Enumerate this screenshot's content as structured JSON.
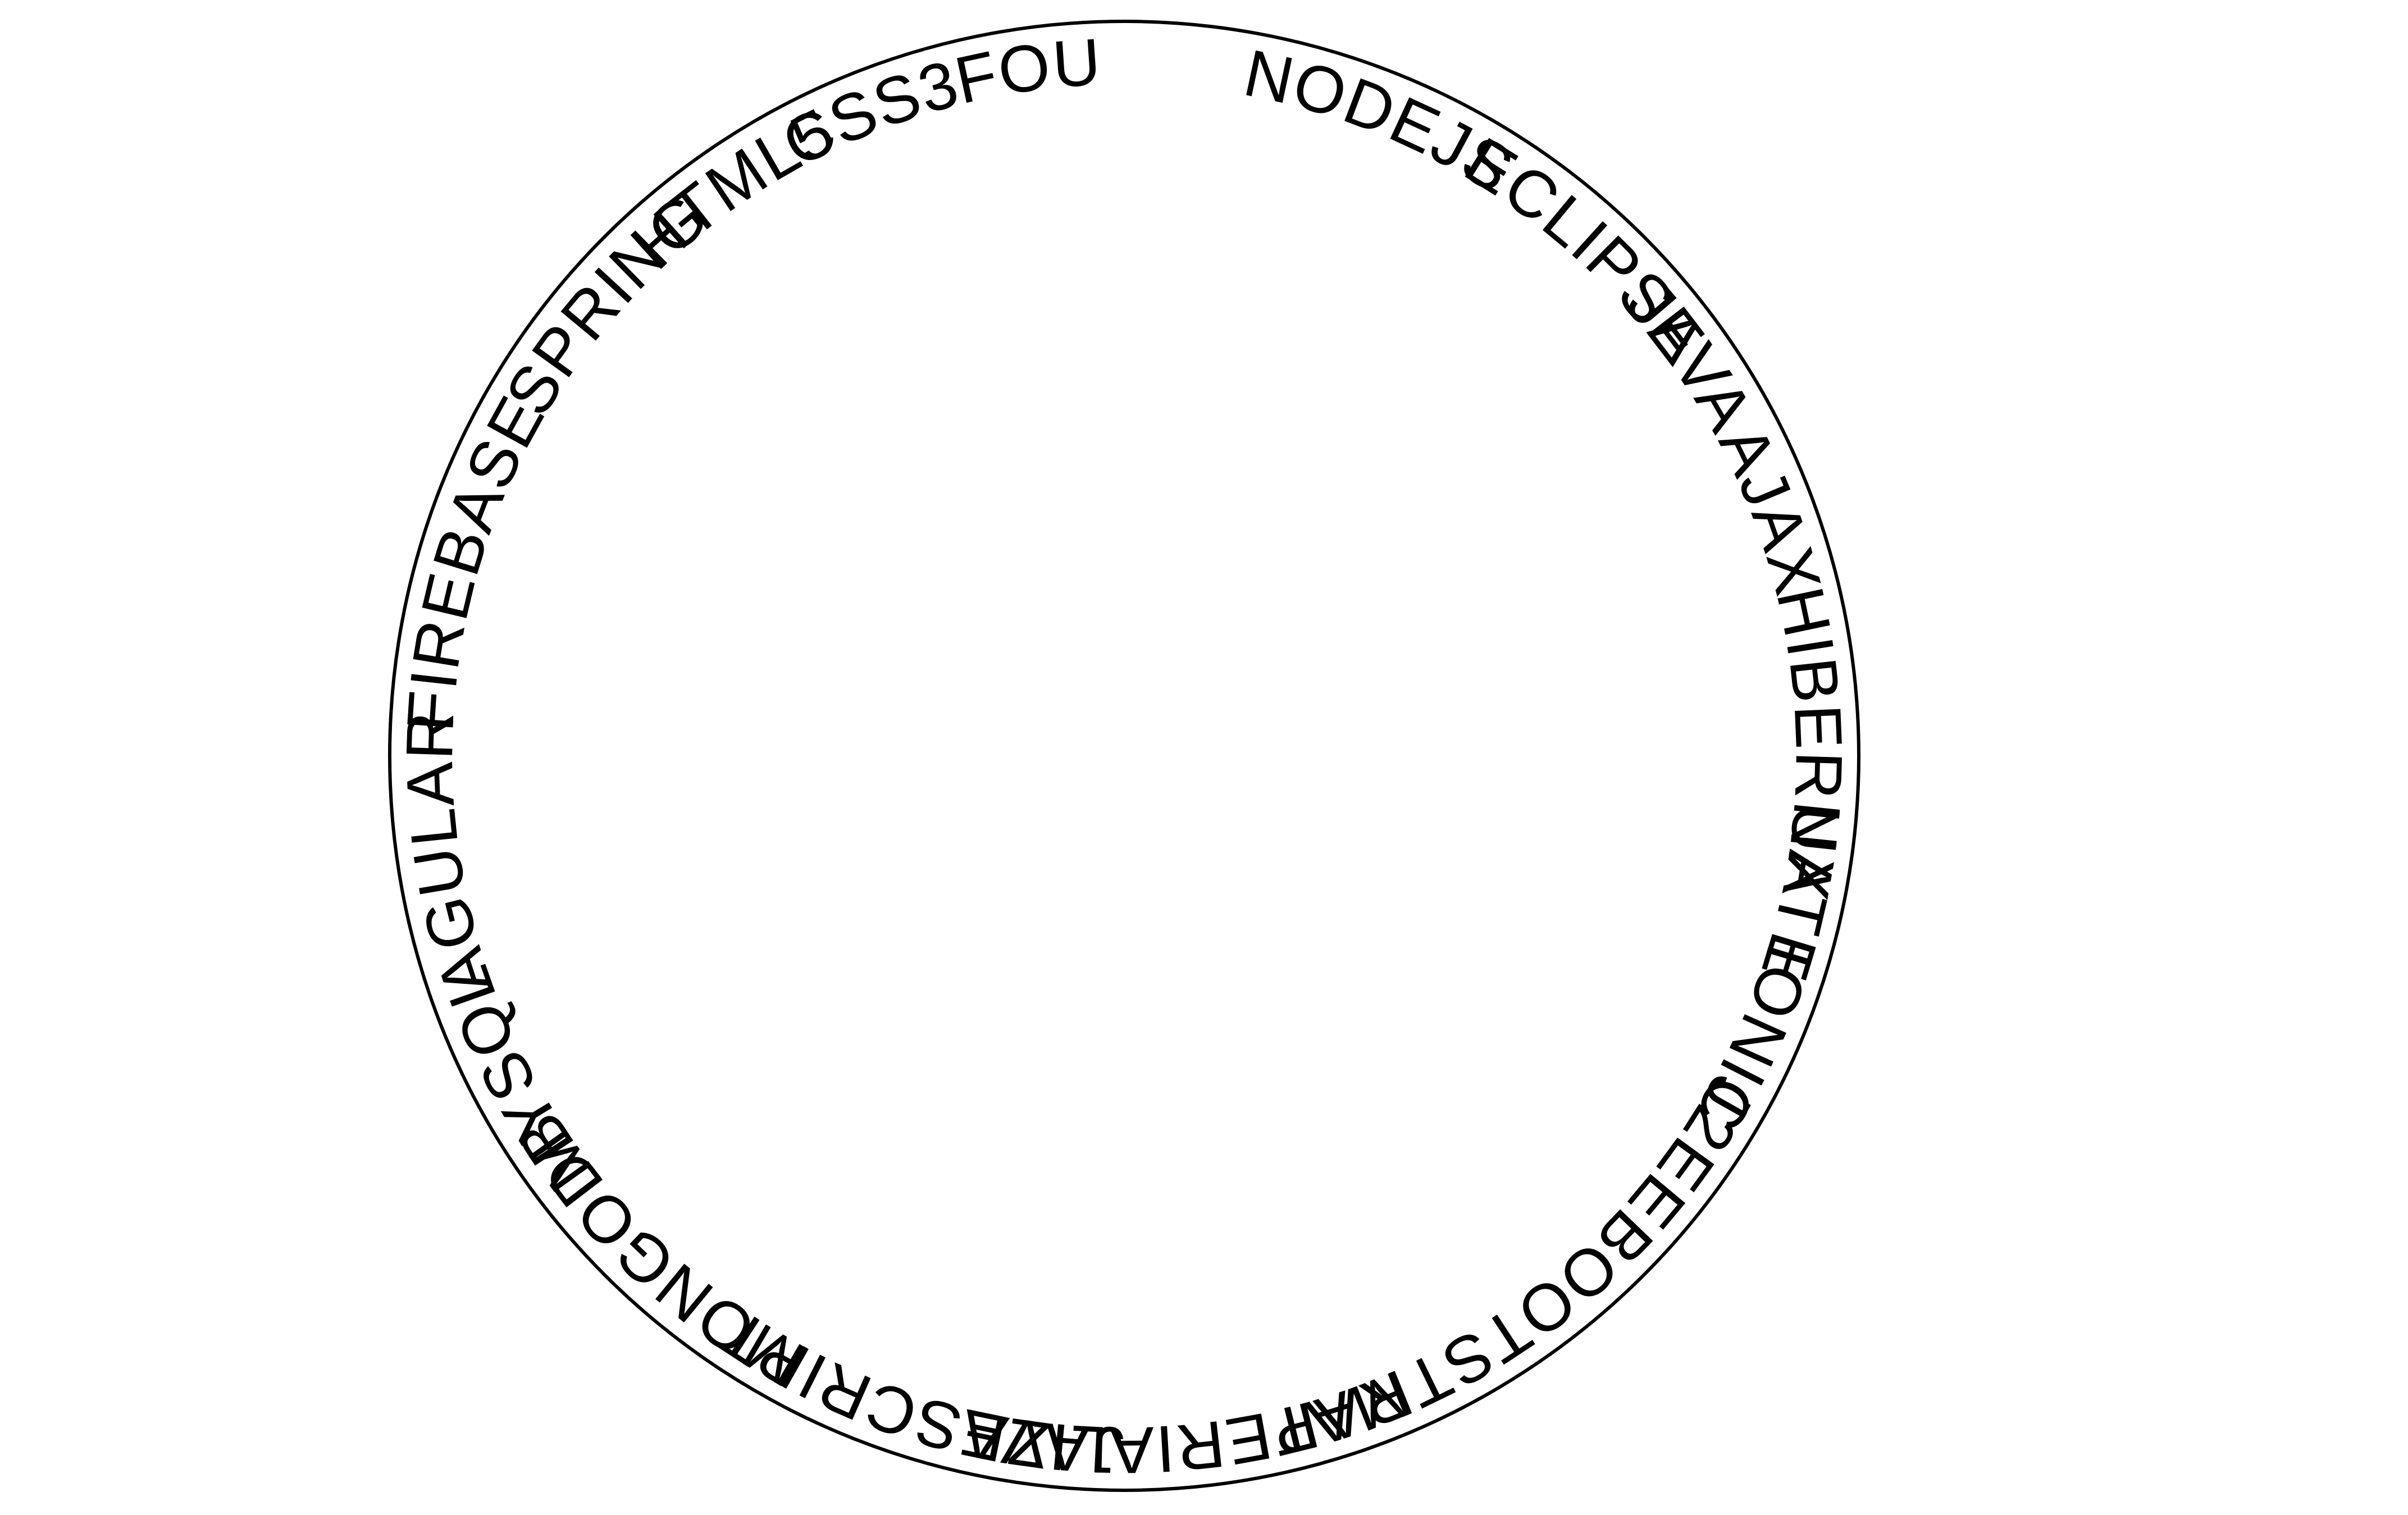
{
  "ring": {
    "stroke_color": "#000000",
    "background": "#ffffff",
    "words": [
      "HTML5",
      "CSS3",
      "FOUNDATION",
      "NODEJS",
      "ECLIPSE",
      "JAVA",
      "AJAX",
      "HIBERNATE",
      "UX",
      "IONIC",
      "J2EE",
      "BOOTSTRAP",
      "MATERIALIZE",
      "JAVASCRIPT",
      "MONGODB",
      "MYSQL",
      "AGULAR",
      "FIREBASE",
      "SPRING"
    ]
  }
}
